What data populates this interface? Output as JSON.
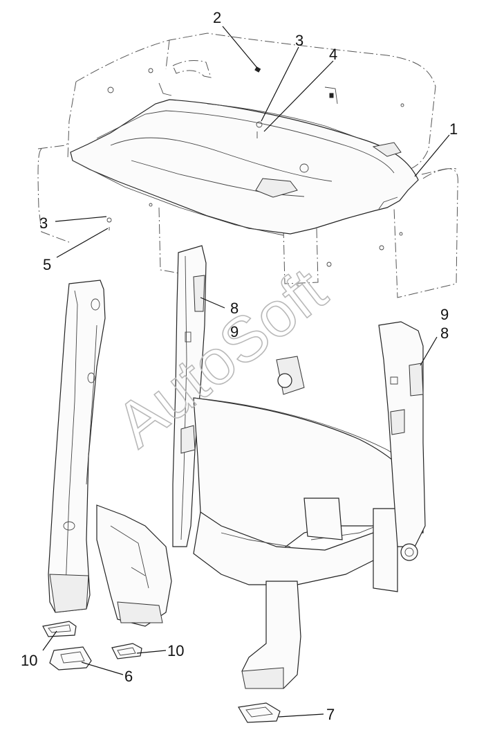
{
  "diagram": {
    "watermark": "AutoSoft",
    "callouts": [
      {
        "id": "c1",
        "label": "1"
      },
      {
        "id": "c2",
        "label": "2"
      },
      {
        "id": "c3a",
        "label": "3"
      },
      {
        "id": "c3b",
        "label": "3"
      },
      {
        "id": "c4",
        "label": "4"
      },
      {
        "id": "c5",
        "label": "5"
      },
      {
        "id": "c6",
        "label": "6"
      },
      {
        "id": "c7",
        "label": "7"
      },
      {
        "id": "c8a",
        "label": "8"
      },
      {
        "id": "c8b",
        "label": "8"
      },
      {
        "id": "c9a",
        "label": "9"
      },
      {
        "id": "c9b",
        "label": "9"
      },
      {
        "id": "c10a",
        "label": "10"
      },
      {
        "id": "c10b",
        "label": "10"
      }
    ]
  }
}
